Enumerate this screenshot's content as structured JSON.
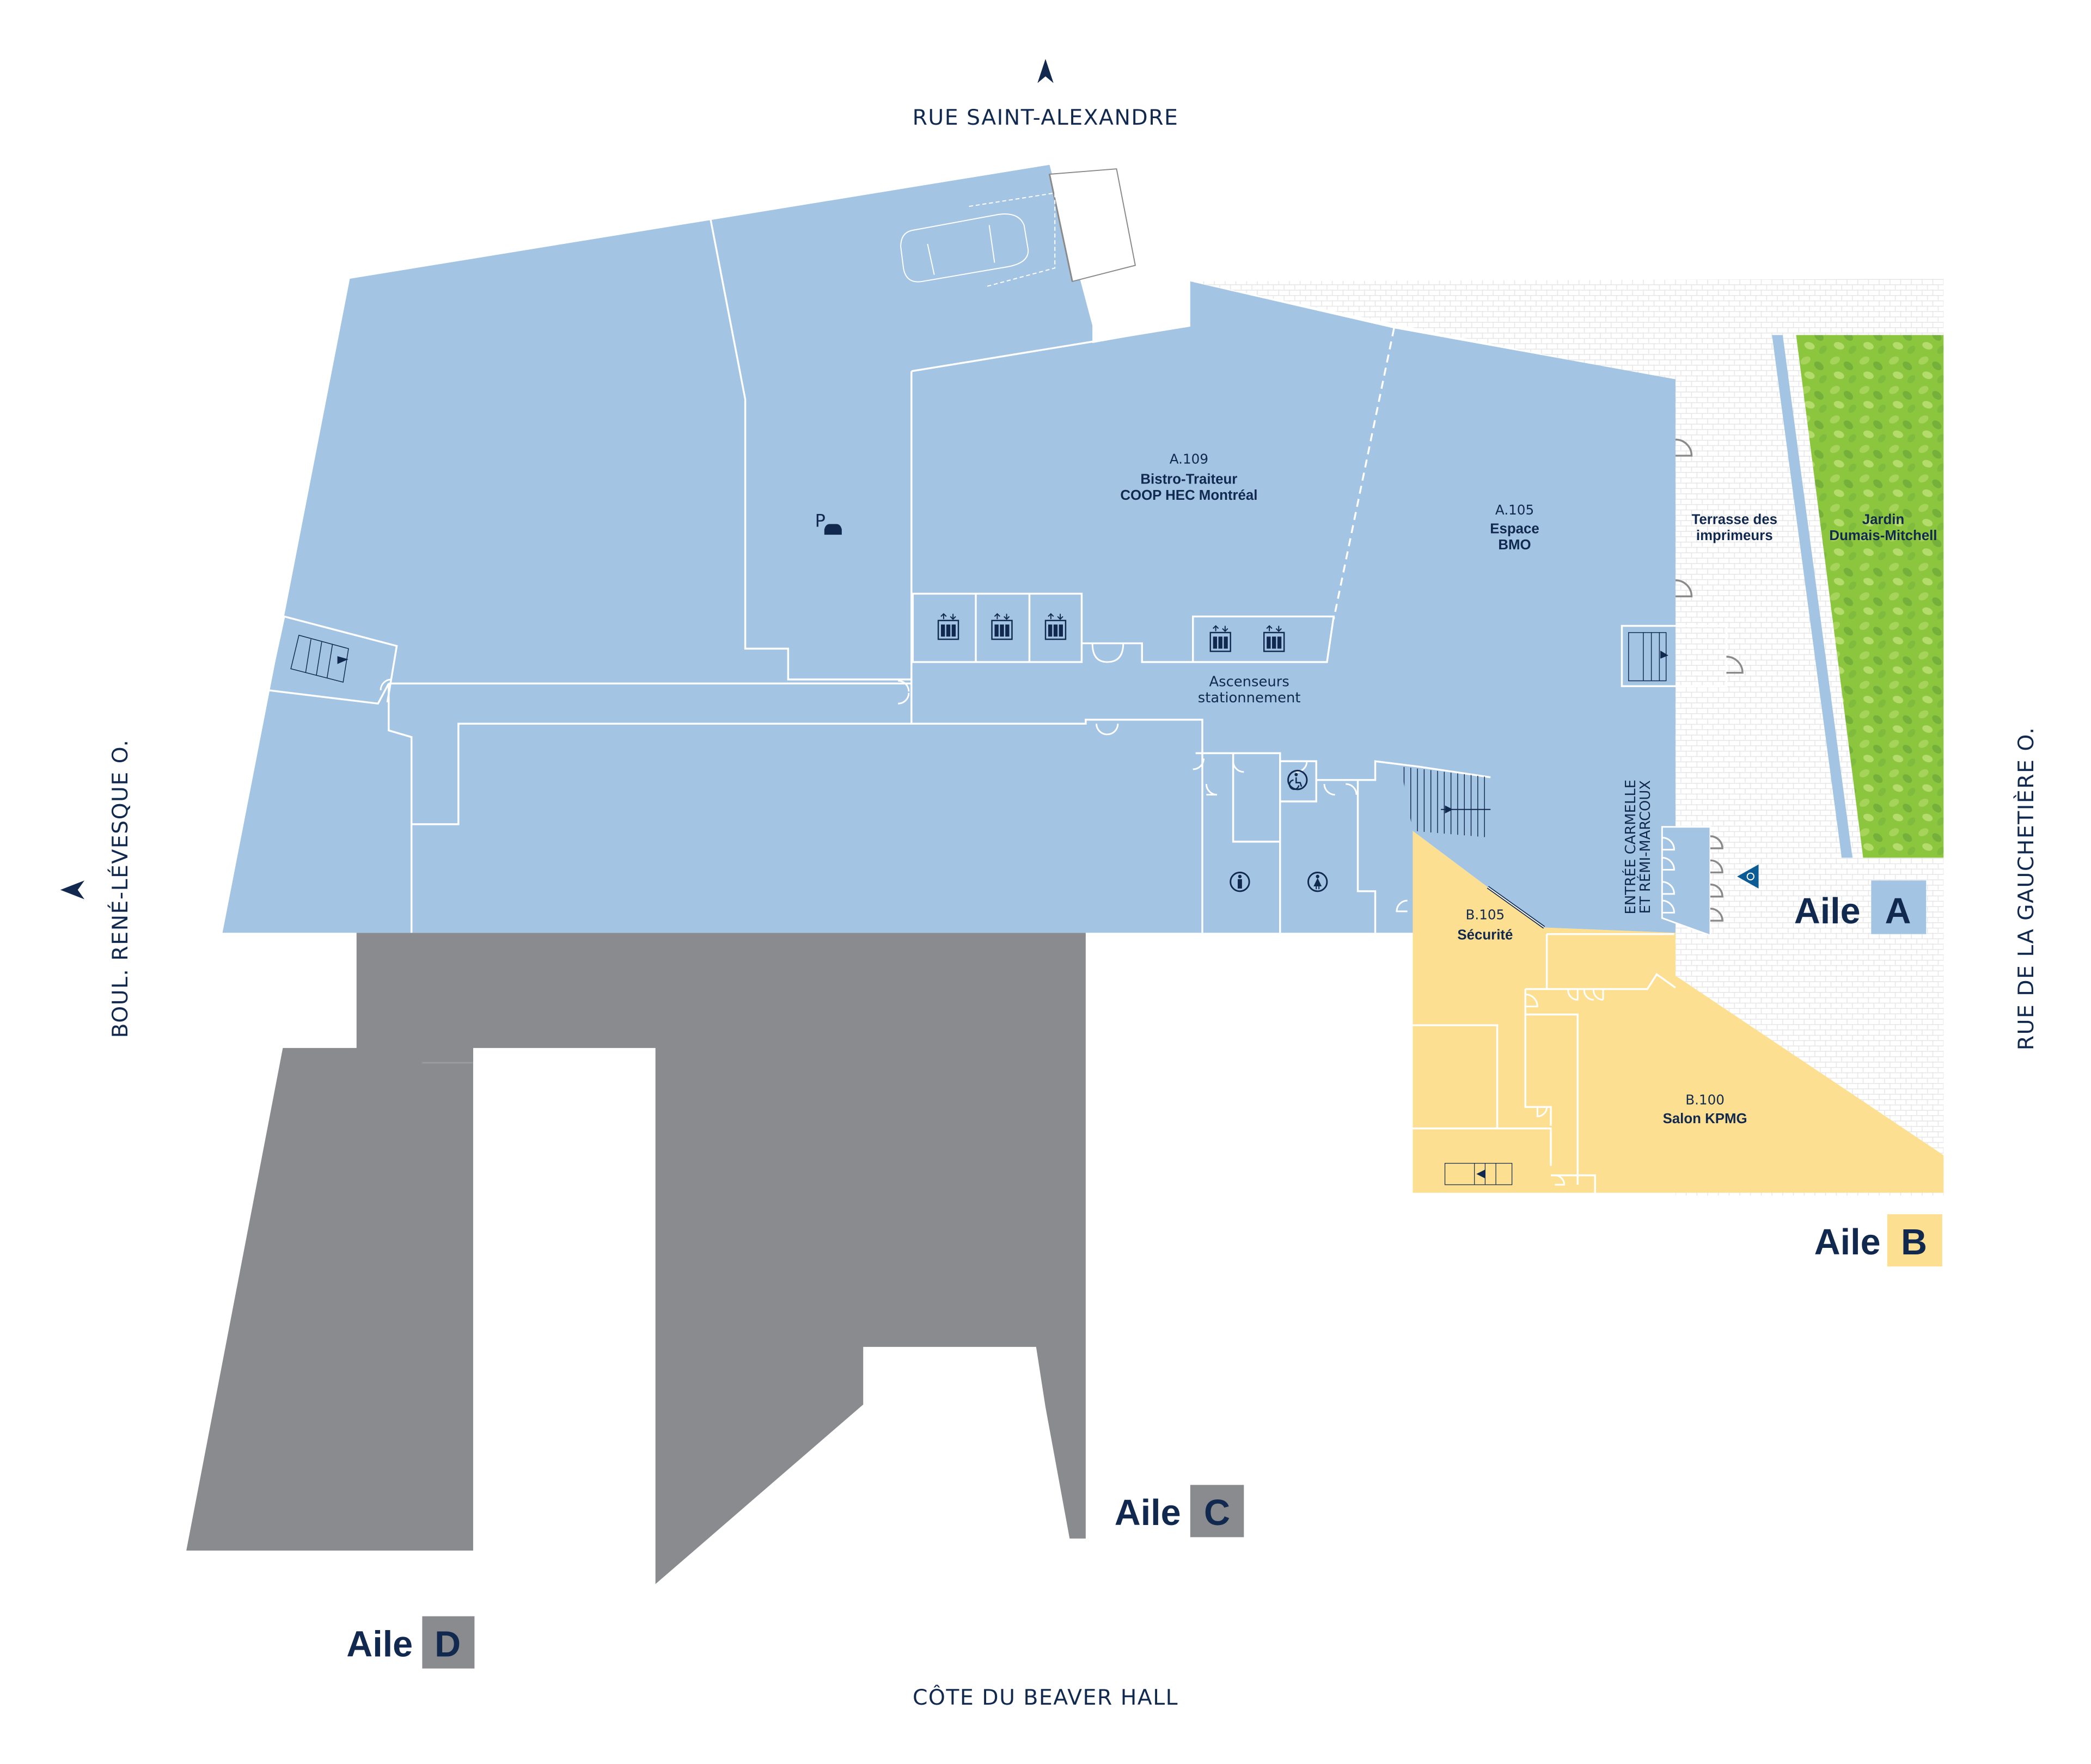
{
  "streets": {
    "north": "RUE SAINT-ALEXANDRE",
    "south": "CÔTE DU BEAVER HALL",
    "west": "BOUL. RENÉ-LÉVESQUE O.",
    "east": "RUE DE LA GAUCHETIÈRE O."
  },
  "icons": {
    "north_arrow": "north-arrow-icon",
    "west_arrow": "west-arrow-icon",
    "parking": "parking-car-icon",
    "elevator": "elevator-icon",
    "stairs": "stairs-icon",
    "wheelchair": "wheelchair-accessible-icon",
    "restroom_men": "restroom-men-icon",
    "restroom_women": "restroom-women-icon",
    "accessible_entrance": "accessible-entrance-icon",
    "car": "car-outline-icon"
  },
  "parking": {
    "symbol": "P"
  },
  "rooms": [
    {
      "id": "A.109",
      "name_line1": "Bistro-Traiteur",
      "name_line2": "COOP HEC Montréal",
      "wing": "A"
    },
    {
      "id": "A.105",
      "name_line1": "Espace",
      "name_line2": "BMO",
      "wing": "A"
    },
    {
      "id": "B.105",
      "name_line1": "Sécurité",
      "wing": "B"
    },
    {
      "id": "B.100",
      "name_line1": "Salon KPMG",
      "wing": "B"
    }
  ],
  "outdoor": {
    "terrasse_line1": "Terrasse des",
    "terrasse_line2": "imprimeurs",
    "jardin_line1": "Jardin",
    "jardin_line2": "Dumais-Mitchell"
  },
  "labels": {
    "elevators_line1": "Ascenseurs",
    "elevators_line2": "stationnement",
    "entrance_line1": "ENTRÉE CARMELLE",
    "entrance_line2": "ET RÉMI-MARCOUX"
  },
  "wings": [
    {
      "prefix": "Aile",
      "letter": "A",
      "color": "#a3c4e3"
    },
    {
      "prefix": "Aile",
      "letter": "B",
      "color": "#fddf91"
    },
    {
      "prefix": "Aile",
      "letter": "C",
      "color": "#8a8b8f"
    },
    {
      "prefix": "Aile",
      "letter": "D",
      "color": "#8a8b8f"
    }
  ],
  "colors": {
    "wing_a": "#a3c4e3",
    "wing_b": "#fddf91",
    "wing_cd": "#8a8b8f",
    "garden": "#8cc63f",
    "text": "#12294f",
    "accessible": "#0b5c94"
  }
}
